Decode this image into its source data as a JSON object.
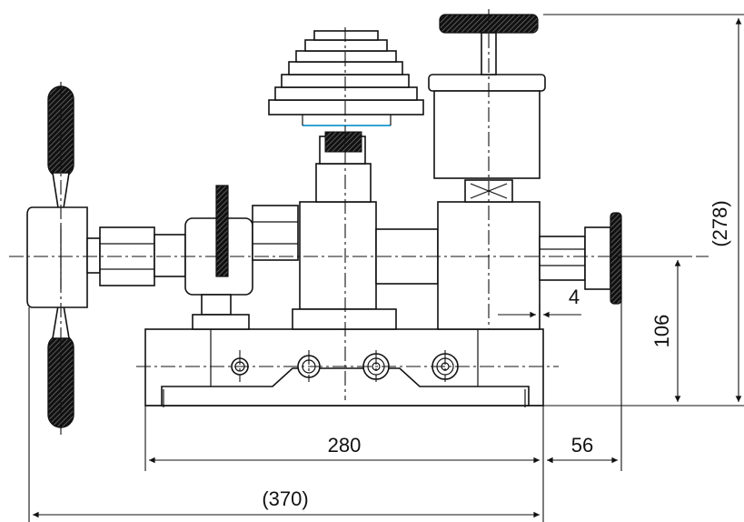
{
  "dimensions": {
    "overall_height": "(278)",
    "base_length": "280",
    "offset": "56",
    "overall_length": "(370)",
    "height": "106",
    "gap": "4"
  },
  "colors": {
    "line": "#111111",
    "accent": "#33a3d6",
    "background": "#ffffff"
  }
}
